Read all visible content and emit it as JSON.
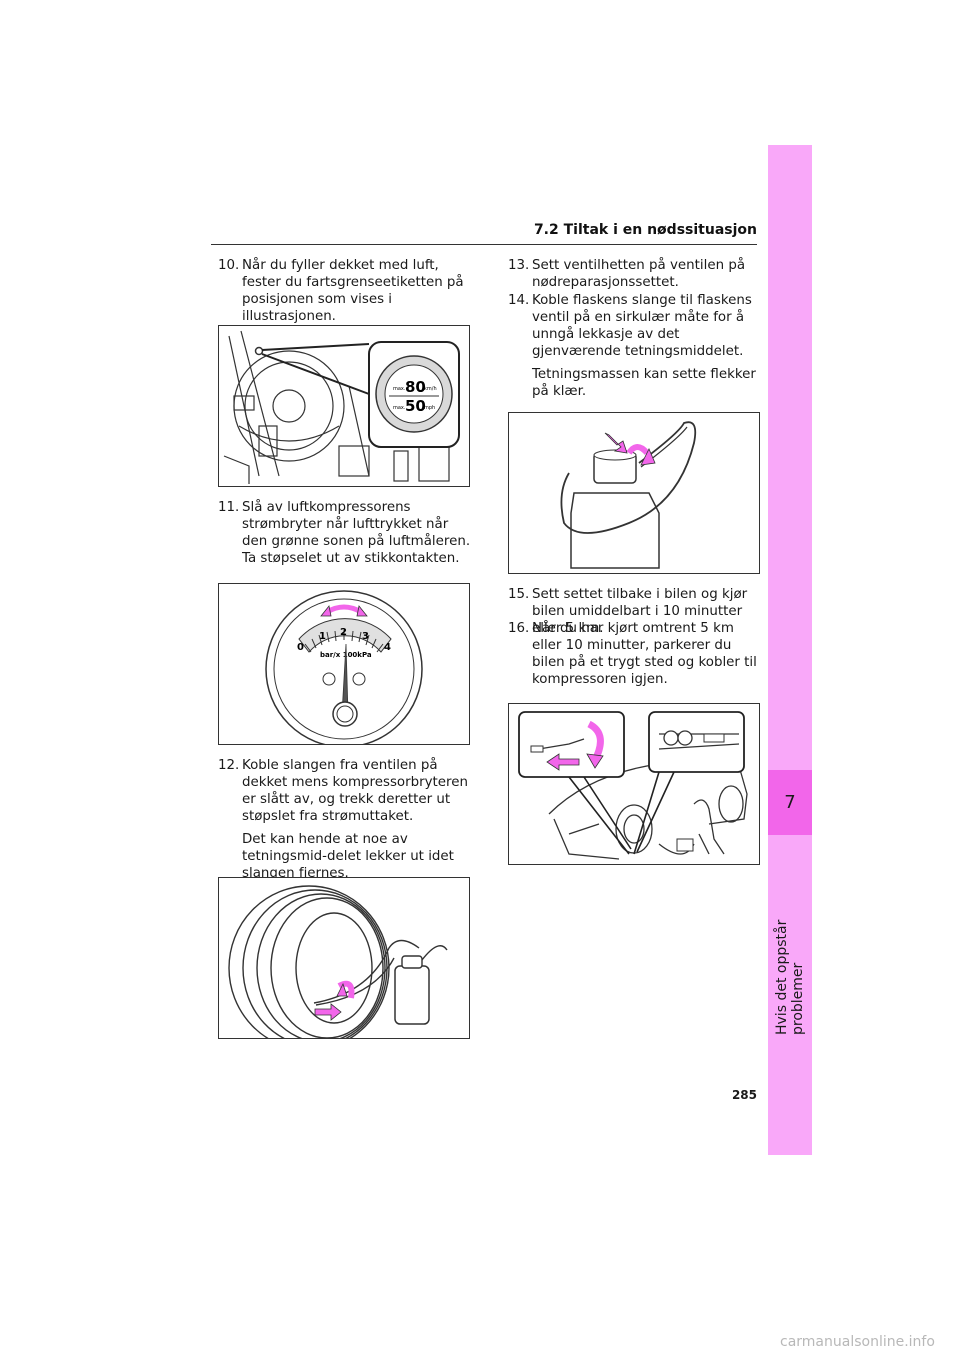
{
  "header": {
    "title": "7.2  Tiltak i en nødssituasjon"
  },
  "side_tab": {
    "number": "7",
    "label": "Hvis det oppstår problemer"
  },
  "steps": [
    {
      "num": "10.",
      "text": "Når du fyller dekket med luft, fester du fartsgrenseetiketten på posisjonen som vises i illustrasjonen."
    },
    {
      "num": "11.",
      "text": "Slå av luftkompressorens strømbryter når lufttrykket når den grønne sonen på luftmåleren. Ta støpselet ut av stikkontakten."
    },
    {
      "num": "12.",
      "text": "Koble slangen fra ventilen på dekket mens kompressorbryteren er slått av, og trekk deretter ut støpslet fra strømuttaket.",
      "note": "Det kan hende at noe av tetningsmid-delet lekker ut idet slangen fjernes."
    },
    {
      "num": "13.",
      "text": "Sett ventilhetten på ventilen på nødreparasjonssettet."
    },
    {
      "num": "14.",
      "text": "Koble flaskens slange til flaskens ventil på en sirkulær måte for å unngå lekkasje av det gjenværende tetningsmiddelet.",
      "note": "Tetningsmassen kan sette flekker på klær."
    },
    {
      "num": "15.",
      "text": "Sett settet tilbake i bilen og kjør bilen umiddelbart i 10 minutter eller 5 km."
    },
    {
      "num": "16.",
      "text": "Når du har kjørt omtrent 5 km eller 10 minutter, parkerer du bilen på et trygt sted og kobler til kompressoren igjen."
    }
  ],
  "labels": {
    "speed_max_kmh": "max. 80 km/h",
    "speed_kmh_prefix": "max.",
    "speed_kmh_value": "80",
    "speed_kmh_unit": "km/h",
    "speed_mph_prefix": "max.",
    "speed_mph_value": "50",
    "speed_mph_unit": "mph",
    "gauge_unit": "bar/x 100kPa",
    "gauge_ticks": [
      "0",
      "1",
      "2",
      "3",
      "4"
    ]
  },
  "page_number": "285",
  "watermark": "carmanualsonline.info",
  "colors": {
    "accent": "#f266ea",
    "tab": "#f9a8f9"
  }
}
